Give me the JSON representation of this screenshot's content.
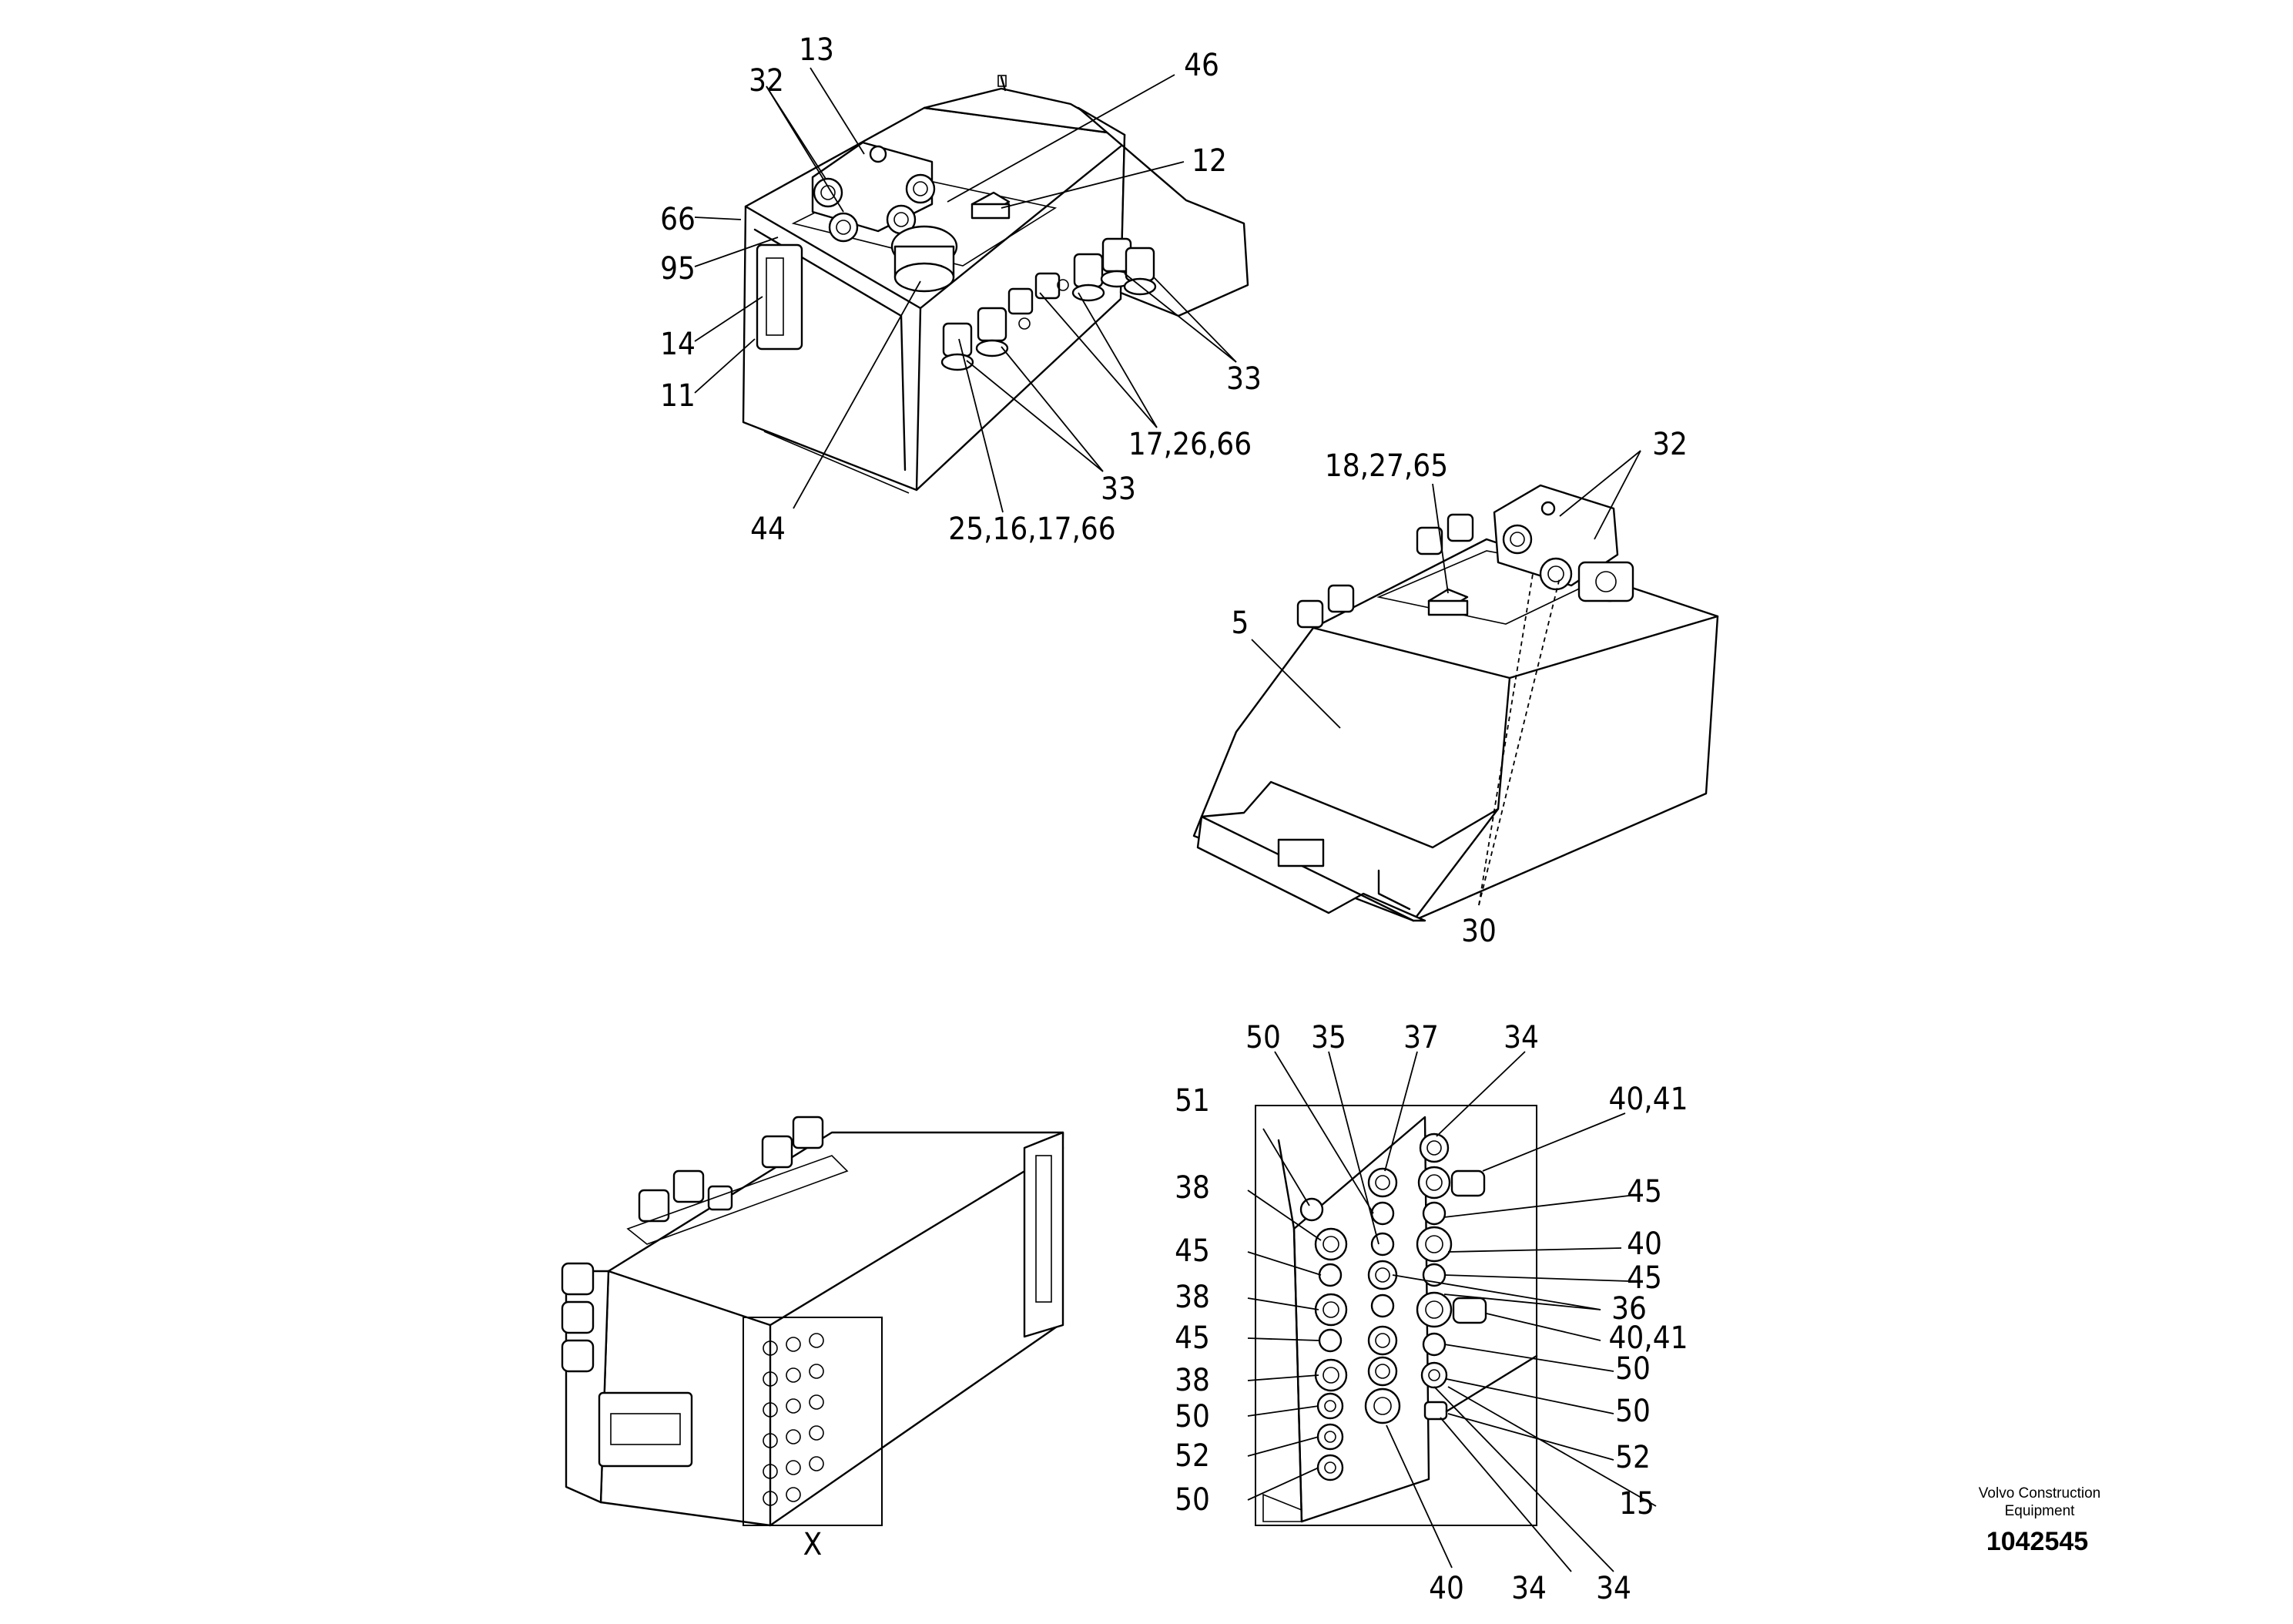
{
  "drawing": {
    "document_number": "1042545",
    "brand_line_1": "Volvo Construction",
    "brand_line_2": "Equipment"
  },
  "views": {
    "top_left": {
      "callouts": [
        "13",
        "32",
        "46",
        "12",
        "66",
        "95",
        "14",
        "11",
        "33",
        "17,26,66",
        "33",
        "25,16,17,66",
        "44"
      ]
    },
    "middle_right": {
      "callouts": [
        "18,27,65",
        "32",
        "5",
        "30"
      ]
    },
    "bottom_left": {
      "detail_marker": "X"
    },
    "detail_x": {
      "top_callouts": [
        "50",
        "35",
        "37",
        "34"
      ],
      "left_callouts": [
        "51",
        "38",
        "45",
        "38",
        "45",
        "38",
        "50",
        "52",
        "50"
      ],
      "right_callouts": [
        "40,41",
        "45",
        "40",
        "45",
        "36",
        "40,41",
        "50",
        "50",
        "52",
        "15"
      ],
      "bottom_callouts": [
        "40",
        "34",
        "34"
      ]
    }
  }
}
